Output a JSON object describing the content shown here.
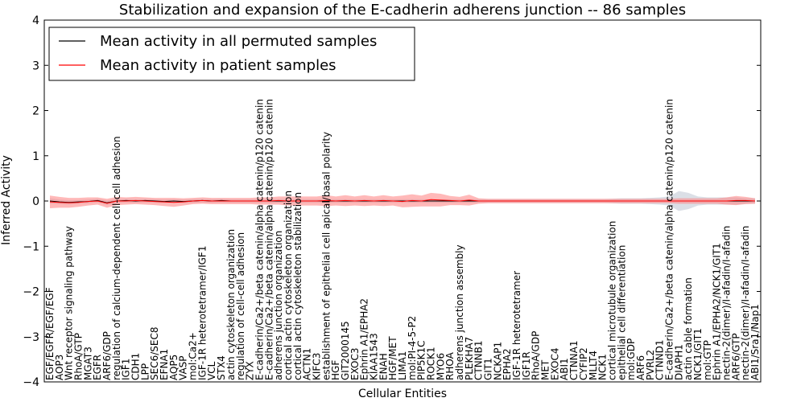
{
  "chart_data": {
    "type": "line",
    "title": "Stabilization and expansion of the E-cadherin adherens junction -- 86 samples",
    "xlabel": "Cellular Entities",
    "ylabel": "Inferred Activity",
    "ylim": [
      -4,
      4
    ],
    "yticks": [
      -4,
      -3,
      -2,
      -1,
      0,
      1,
      2,
      3,
      4
    ],
    "grid": false,
    "legend_position": "top-left",
    "categories": [
      "EGF/EGFR/EGF/EGF",
      "AOP3",
      "Wnt receptor signaling pathway",
      "RhoA/GTP",
      "MGAT3",
      "EGFR",
      "ARF6/GDP",
      "regulation of calcium-dependent cell-cell adhesion",
      "IGF1",
      "CDH1",
      "LPP",
      "SEC6/SEC8",
      "EFNA1",
      "AQP5",
      "VASP",
      "mol:Ca2+",
      "IGF-1R heterotetramer/IGF1",
      "VCL",
      "STX4",
      "actin cytoskeleton organization",
      "regulation of cell-cell adhesion",
      "ZYX",
      "E-cadherin/Ca2+/beta catenin/alpha catenin/p120 catenin",
      "E-cadherin/Ca2+/beta catenin/alpha catenin/p120 catenin",
      "adherens junction organization",
      "cortical actin cytoskeleton organization",
      "cortical actin cytoskeleton stabilization",
      "ACTN1",
      "KIFC3",
      "establishment of epithelial cell apical/basal polarity",
      "HGF",
      "GIT2000145",
      "EXOC3",
      "Ephrin A1/EPHA2",
      "KIAA1543",
      "ENAH",
      "HGF/MET",
      "LIMA1",
      "mol:PI-4-5-P2",
      "PIP5K1C",
      "ROCK1",
      "MYO6",
      "RHOA",
      "adherens junction assembly",
      "PLEKHA7",
      "CTNNB1",
      "GIT1",
      "NCKAP1",
      "EPHA2",
      "IGF-1R heterotetramer",
      "IGF1R",
      "RhoA/GDP",
      "MET",
      "EXOC4",
      "ABI1",
      "CTNNA1",
      "CYFIP2",
      "MLLT4",
      "NCK1",
      "cortical microtubule organization",
      "epithelial cell differentiation",
      "mol:GDP",
      "ARF6",
      "PVRL2",
      "CTNND1",
      "E-cadherin/Ca2+/beta catenin/alpha catenin/p120 catenin",
      "DIAPH1",
      "actin cable formation",
      "NCK1/GIT1",
      "mol:GTP",
      "Ephrin A1/EPHA2/NCK1/GIT1",
      "nectin-2(dimer)/I-afadin/I-afadin",
      "ARF6/GTP",
      "nectin-2(dimer)/I-afadin/I-afadin",
      "ABI1/Sra1/Nap1"
    ],
    "series": [
      {
        "name": "Mean activity in all permuted samples",
        "color": "#000000",
        "band_color": "#b0b8c8",
        "values": [
          0.0,
          -0.02,
          -0.03,
          -0.02,
          -0.01,
          0.01,
          -0.04,
          0.0,
          0.01,
          0.0,
          0.01,
          0.0,
          -0.01,
          0.0,
          -0.01,
          0.0,
          0.01,
          0.0,
          0.01,
          0.0,
          0.0,
          0.0,
          0.0,
          0.0,
          0.0,
          0.0,
          0.0,
          0.0,
          0.0,
          0.0,
          0.0,
          0.0,
          0.0,
          0.0,
          0.0,
          0.0,
          0.0,
          0.0,
          0.0,
          0.0,
          0.0,
          0.0,
          0.0,
          0.0,
          0.0,
          0.0,
          0.0,
          0.0,
          0.0,
          0.0,
          0.0,
          0.0,
          0.0,
          0.0,
          0.0,
          0.0,
          0.0,
          0.0,
          0.0,
          0.0,
          0.0,
          0.0,
          0.0,
          0.0,
          0.0,
          0.0,
          0.0,
          0.0,
          0.0,
          0.0,
          0.0,
          0.0,
          0.0,
          0.0,
          0.0
        ],
        "band_halfwidth": [
          0.06,
          0.05,
          0.05,
          0.04,
          0.04,
          0.04,
          0.05,
          0.04,
          0.04,
          0.04,
          0.04,
          0.04,
          0.04,
          0.04,
          0.04,
          0.04,
          0.04,
          0.04,
          0.04,
          0.04,
          0.04,
          0.04,
          0.04,
          0.04,
          0.04,
          0.04,
          0.04,
          0.04,
          0.04,
          0.04,
          0.04,
          0.04,
          0.04,
          0.04,
          0.04,
          0.04,
          0.04,
          0.04,
          0.04,
          0.04,
          0.04,
          0.04,
          0.04,
          0.04,
          0.04,
          0.04,
          0.04,
          0.04,
          0.04,
          0.04,
          0.04,
          0.04,
          0.04,
          0.04,
          0.04,
          0.04,
          0.04,
          0.04,
          0.04,
          0.05,
          0.06,
          0.06,
          0.06,
          0.07,
          0.08,
          0.1,
          0.22,
          0.18,
          0.1,
          0.08,
          0.08,
          0.08,
          0.08,
          0.06,
          0.06
        ]
      },
      {
        "name": "Mean activity in patient samples",
        "color": "#ff0000",
        "band_color": "#ff8080",
        "values": [
          -0.02,
          -0.03,
          -0.04,
          -0.03,
          -0.01,
          0.0,
          -0.05,
          0.0,
          0.0,
          0.01,
          0.0,
          -0.01,
          -0.02,
          -0.03,
          -0.02,
          0.0,
          0.01,
          0.0,
          0.0,
          0.0,
          0.0,
          0.0,
          0.0,
          0.0,
          0.01,
          0.0,
          0.0,
          0.0,
          0.0,
          0.01,
          0.0,
          0.01,
          0.0,
          0.01,
          0.0,
          0.01,
          0.0,
          -0.01,
          0.01,
          0.0,
          0.03,
          0.02,
          0.01,
          0.0,
          0.02,
          0.0,
          0.0,
          0.0,
          0.0,
          0.0,
          0.0,
          0.0,
          0.0,
          0.0,
          0.0,
          0.0,
          0.0,
          0.0,
          0.0,
          0.0,
          0.0,
          0.0,
          0.0,
          0.0,
          0.0,
          0.0,
          0.0,
          0.0,
          0.0,
          0.0,
          0.0,
          0.0,
          0.01,
          0.01,
          0.0
        ],
        "band_halfwidth": [
          0.14,
          0.12,
          0.11,
          0.1,
          0.09,
          0.08,
          0.1,
          0.09,
          0.08,
          0.08,
          0.08,
          0.08,
          0.09,
          0.1,
          0.08,
          0.07,
          0.07,
          0.07,
          0.07,
          0.07,
          0.07,
          0.07,
          0.08,
          0.08,
          0.09,
          0.1,
          0.1,
          0.1,
          0.1,
          0.12,
          0.1,
          0.12,
          0.1,
          0.12,
          0.1,
          0.12,
          0.1,
          0.13,
          0.14,
          0.12,
          0.15,
          0.14,
          0.1,
          0.09,
          0.12,
          0.06,
          0.05,
          0.05,
          0.05,
          0.05,
          0.05,
          0.05,
          0.05,
          0.05,
          0.05,
          0.05,
          0.05,
          0.05,
          0.05,
          0.05,
          0.05,
          0.05,
          0.05,
          0.05,
          0.05,
          0.05,
          0.06,
          0.06,
          0.06,
          0.06,
          0.06,
          0.08,
          0.1,
          0.08,
          0.06
        ]
      }
    ]
  }
}
